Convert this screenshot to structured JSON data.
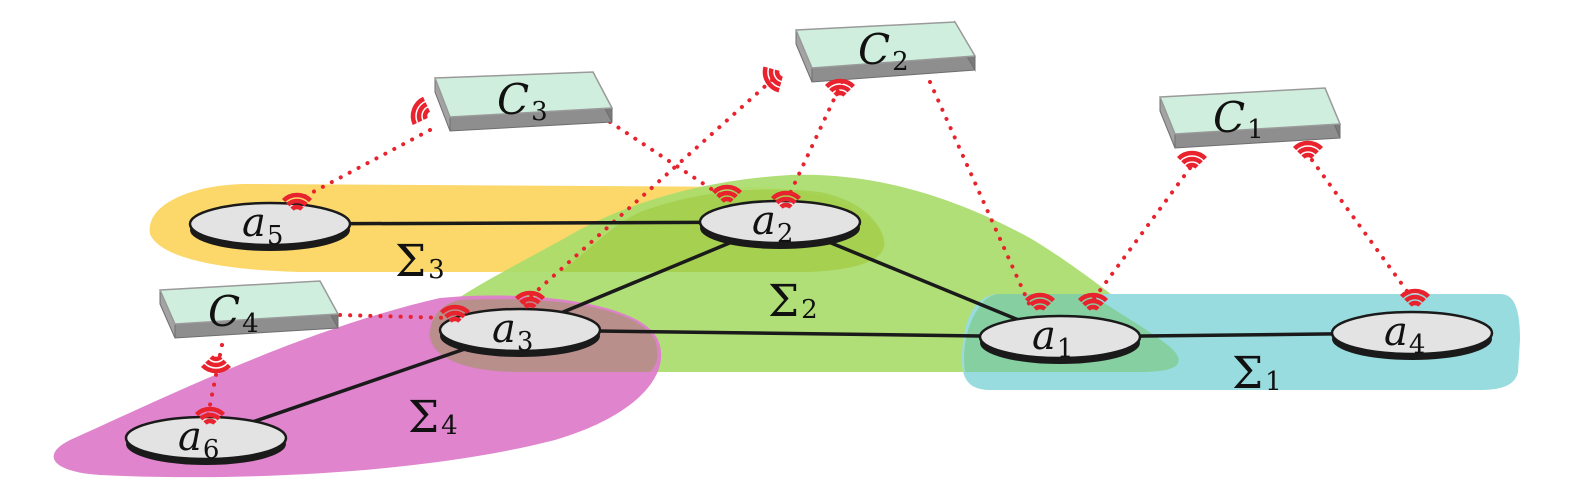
{
  "colors": {
    "region_sigma1": "#99dcdf",
    "region_sigma2": "#a9dc6d",
    "region_sigma3": "#fcd86a",
    "region_sigma4": "#de7fcb",
    "node_fill": "#e3e3e3",
    "node_edge": "#1a1a1a",
    "controller_top": "#cfeedd",
    "controller_side": "#8e8e8e",
    "wireless": "#e8232e",
    "link": "#1a1a1a"
  },
  "regions": [
    {
      "id": "s3",
      "letter": "Σ",
      "sub": "3"
    },
    {
      "id": "s2",
      "letter": "Σ",
      "sub": "2"
    },
    {
      "id": "s4",
      "letter": "Σ",
      "sub": "4"
    },
    {
      "id": "s1",
      "letter": "Σ",
      "sub": "1"
    }
  ],
  "controllers": [
    {
      "id": "c1",
      "letter": "C",
      "sub": "1"
    },
    {
      "id": "c2",
      "letter": "C",
      "sub": "2"
    },
    {
      "id": "c3",
      "letter": "C",
      "sub": "3"
    },
    {
      "id": "c4",
      "letter": "C",
      "sub": "4"
    }
  ],
  "nodes": [
    {
      "id": "a1",
      "letter": "a",
      "sub": "1"
    },
    {
      "id": "a2",
      "letter": "a",
      "sub": "2"
    },
    {
      "id": "a3",
      "letter": "a",
      "sub": "3"
    },
    {
      "id": "a4",
      "letter": "a",
      "sub": "4"
    },
    {
      "id": "a5",
      "letter": "a",
      "sub": "5"
    },
    {
      "id": "a6",
      "letter": "a",
      "sub": "6"
    }
  ],
  "links": [
    {
      "from": "a5",
      "to": "a2"
    },
    {
      "from": "a2",
      "to": "a3"
    },
    {
      "from": "a2",
      "to": "a1"
    },
    {
      "from": "a3",
      "to": "a1"
    },
    {
      "from": "a3",
      "to": "a6"
    },
    {
      "from": "a1",
      "to": "a4"
    }
  ],
  "wireless_links": [
    {
      "from": "c3",
      "to": "a5"
    },
    {
      "from": "c3",
      "to": "a2"
    },
    {
      "from": "c2",
      "to": "a2"
    },
    {
      "from": "c2",
      "to": "a3"
    },
    {
      "from": "c2",
      "to": "a1"
    },
    {
      "from": "c1",
      "to": "a1"
    },
    {
      "from": "c1",
      "to": "a4"
    },
    {
      "from": "c4",
      "to": "a3"
    },
    {
      "from": "c4",
      "to": "a6"
    }
  ]
}
